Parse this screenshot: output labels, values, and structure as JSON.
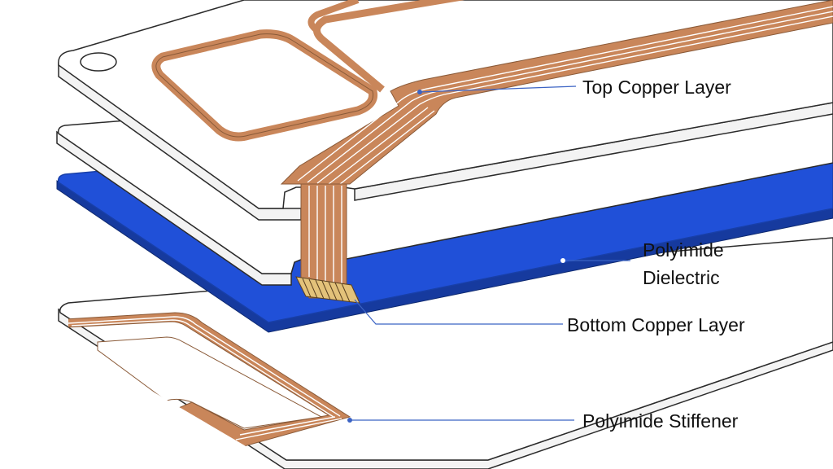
{
  "colors": {
    "background": "#ffffff",
    "board_fill": "#ffffff",
    "board_edge": "#2b2b2b",
    "copper": "#c9865a",
    "copper_edge": "#8a5a38",
    "dielectric": "#2050d8",
    "leader_line": "#3b63c4",
    "pin_pad": "#e3c27a"
  },
  "layers": [
    {
      "id": "top-copper",
      "label": "Top Copper Layer"
    },
    {
      "id": "dielectric",
      "label_lines": [
        "Polyimide",
        "Dielectric"
      ]
    },
    {
      "id": "bottom-copper",
      "label": "Bottom Copper Layer"
    },
    {
      "id": "stiffener",
      "label": "Polyimide Stiffener"
    }
  ]
}
